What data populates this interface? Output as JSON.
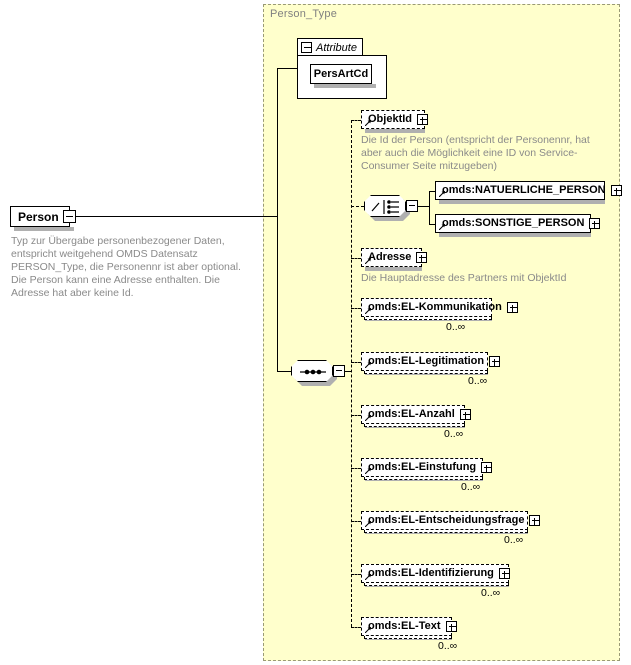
{
  "diagram": {
    "kind": "xsd-schema-diagram",
    "type_panel_title": "Person_Type",
    "root": {
      "label": "Person",
      "expander": "minus",
      "description": "Typ zur Übergabe personenbezogener Daten, entspricht weitgehend OMDS Datensatz PERSON_Type, die Personennr ist aber optional. Die Person kann eine Adresse enthalten. Die Adresse hat aber keine Id."
    },
    "attribute_group": {
      "label": "Attribute",
      "expander": "minus",
      "attributes": [
        {
          "label": "PersArtCd"
        }
      ]
    },
    "compositors": [
      {
        "name": "choice-compositor",
        "symbol": "choice",
        "expander": "minus"
      },
      {
        "name": "sequence-compositor",
        "symbol": "sequence",
        "expander": "minus"
      }
    ],
    "elements": [
      {
        "label": "ObjektId",
        "optional": true,
        "repeating": false,
        "expander": "plus",
        "occurrence": "",
        "description": "Die Id der Person (entspricht der Personennr, hat aber auch die Möglichkeit eine ID von Service-Consumer Seite mitzugeben)"
      },
      {
        "label": "omds:NATUERLICHE_PERSON",
        "optional": false,
        "repeating": false,
        "expander": "plus",
        "occurrence": "",
        "description": ""
      },
      {
        "label": "omds:SONSTIGE_PERSON",
        "optional": false,
        "repeating": false,
        "expander": "plus",
        "occurrence": "",
        "description": ""
      },
      {
        "label": "Adresse",
        "optional": true,
        "repeating": false,
        "expander": "plus",
        "occurrence": "",
        "description": "Die Hauptadresse des Partners mit ObjektId"
      },
      {
        "label": "omds:EL-Kommunikation",
        "optional": true,
        "repeating": true,
        "expander": "plus",
        "occurrence": "0..∞",
        "description": ""
      },
      {
        "label": "omds:EL-Legitimation",
        "optional": true,
        "repeating": true,
        "expander": "plus",
        "occurrence": "0..∞",
        "description": ""
      },
      {
        "label": "omds:EL-Anzahl",
        "optional": true,
        "repeating": true,
        "expander": "plus",
        "occurrence": "0..∞",
        "description": ""
      },
      {
        "label": "omds:EL-Einstufung",
        "optional": true,
        "repeating": true,
        "expander": "plus",
        "occurrence": "0..∞",
        "description": ""
      },
      {
        "label": "omds:EL-Entscheidungsfrage",
        "optional": true,
        "repeating": true,
        "expander": "plus",
        "occurrence": "0..∞",
        "description": ""
      },
      {
        "label": "omds:EL-Identifizierung",
        "optional": true,
        "repeating": true,
        "expander": "plus",
        "occurrence": "0..∞",
        "description": ""
      },
      {
        "label": "omds:EL-Text",
        "optional": true,
        "repeating": true,
        "expander": "plus",
        "occurrence": "0..∞",
        "description": ""
      }
    ],
    "colors": {
      "panel_background": "#FFFFCC",
      "panel_border": "#9A9A76",
      "node_background": "#FFFFFF",
      "node_border": "#000000",
      "shadow": "#B0B0B0",
      "description_text": "#8A8A8A",
      "title_text": "#808080"
    }
  }
}
